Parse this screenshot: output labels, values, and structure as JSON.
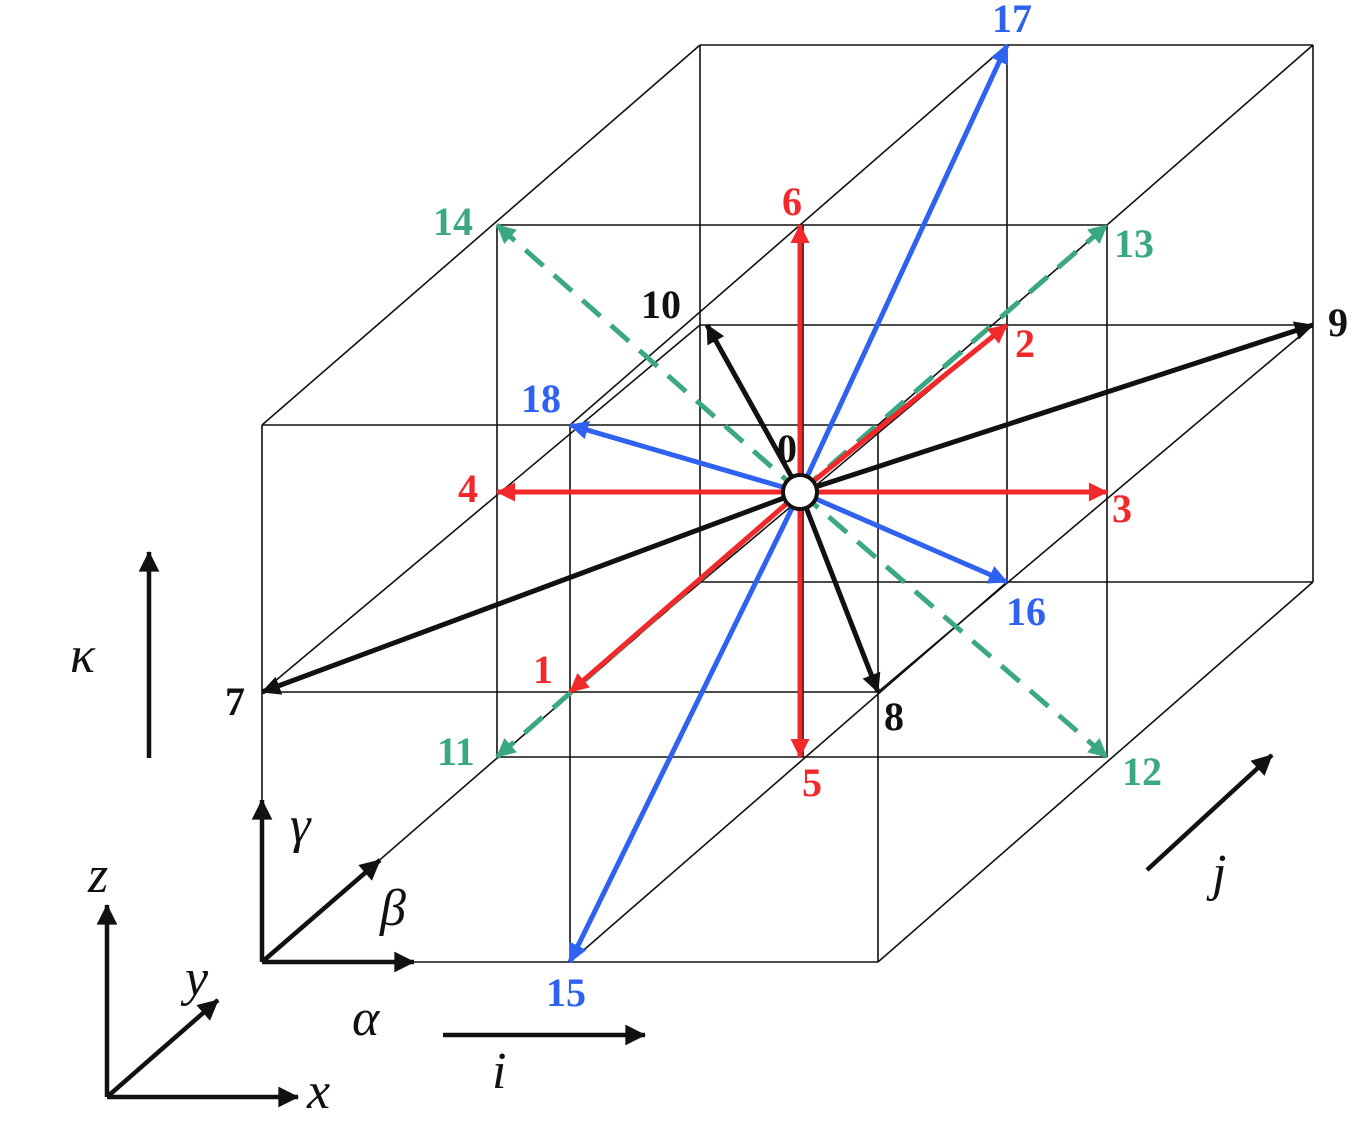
{
  "colors": {
    "red": "#f2292a",
    "blue": "#2f62f0",
    "green": "#3aa882",
    "black": "#111111"
  },
  "center_label": "0",
  "velocity_labels": {
    "v1": "1",
    "v2": "2",
    "v3": "3",
    "v4": "4",
    "v5": "5",
    "v6": "6",
    "v7": "7",
    "v8": "8",
    "v9": "9",
    "v10": "10",
    "v11": "11",
    "v12": "12",
    "v13": "13",
    "v14": "14",
    "v15": "15",
    "v16": "16",
    "v17": "17",
    "v18": "18"
  },
  "axis_labels": {
    "kappa": "κ",
    "j": "j",
    "i": "i",
    "alpha": "α",
    "beta": "β",
    "gamma": "γ",
    "x": "x",
    "y": "y",
    "z": "z"
  }
}
